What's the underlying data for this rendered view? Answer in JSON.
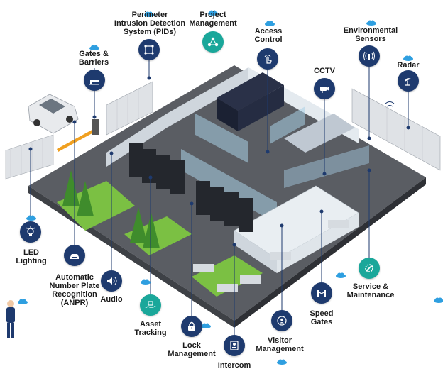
{
  "colors": {
    "navy": "#1e3a6e",
    "teal": "#1aa79a",
    "cloud": "#2f9fe0",
    "floor": "#5a5d63",
    "wall": "#e4eaef",
    "glass": "#a9cfe6",
    "fence": "#c9ccd1",
    "grass": "#7bc043",
    "tree": "#3f8c2c"
  },
  "labels": {
    "pids": "Perimeter\nIntrusion Detection\nSystem (PIDs)",
    "project": "Project\nManagement",
    "access": "Access\nControl",
    "environmental": "Environmental\nSensors",
    "gates": "Gates &\nBarriers",
    "cctv": "CCTV",
    "radar": "Radar",
    "led": "LED\nLighting",
    "anpr": "Automatic\nNumber Plate\nRecognition\n(ANPR)",
    "audio": "Audio",
    "asset": "Asset\nTracking",
    "lock": "Lock\nManagement",
    "intercom": "Intercom",
    "visitor": "Visitor\nManagement",
    "speed": "Speed\nGates",
    "service": "Service &\nMaintenance"
  },
  "icons": {
    "pids": "perimeter-square-icon",
    "project": "project-network-icon",
    "access": "hand-tap-icon",
    "environmental": "sensor-waves-icon",
    "gates": "barrier-icon",
    "cctv": "camera-icon",
    "radar": "radar-dish-icon",
    "led": "light-bulb-icon",
    "anpr": "car-plate-icon",
    "audio": "speaker-icon",
    "asset": "asset-hand-icon",
    "lock": "padlock-icon",
    "intercom": "intercom-icon",
    "visitor": "visitor-badge-icon",
    "speed": "speed-gate-icon",
    "service": "wrench-gear-icon"
  }
}
